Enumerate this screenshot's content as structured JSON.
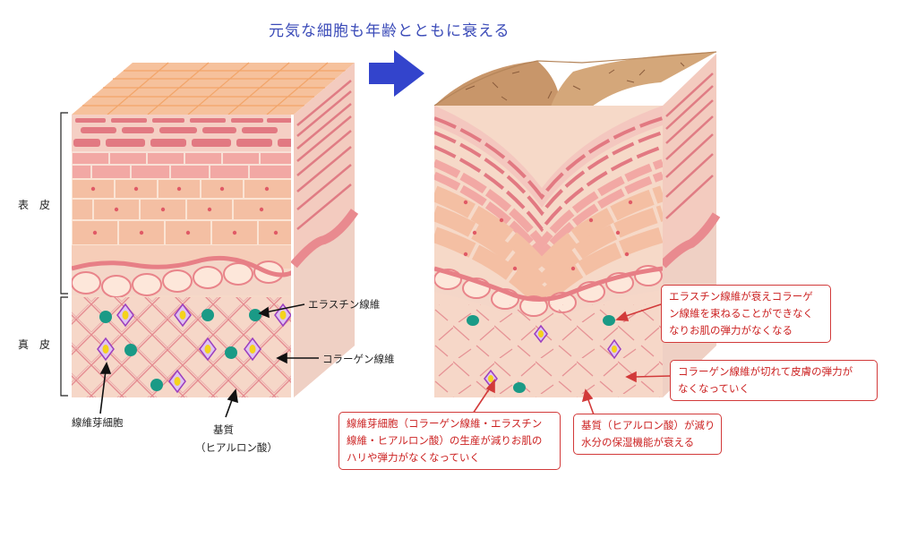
{
  "title": "元気な細胞も年齢とともに衰える",
  "layers": {
    "epidermis": "表　皮",
    "dermis": "真　皮"
  },
  "left_labels": {
    "elastin": "エラスチン線維",
    "collagen": "コラーゲン線維",
    "fibroblast": "線維芽細胞",
    "matrix_line1": "基質",
    "matrix_line2": "（ヒアルロン酸）"
  },
  "callouts": {
    "elastin": [
      "エラスチン線維が衰えコラーゲ",
      "ン線維を束ねることができなく",
      "なりお肌の弾力がなくなる"
    ],
    "collagen": [
      "コラーゲン線維が切れて皮膚の弾力が",
      "なくなっていく"
    ],
    "fibroblast": [
      "線維芽細胞（コラーゲン線維・エラスチン",
      "線維・ヒアルロン酸）の生産が減りお肌の",
      "ハリや弾力がなくなっていく"
    ],
    "matrix": [
      "基質（ヒアルロン酸）が減り",
      "水分の保湿機能が衰える"
    ]
  },
  "colors": {
    "arrow": "#3344cc",
    "callout": "#d23a3a",
    "title": "#3b4bb8"
  }
}
